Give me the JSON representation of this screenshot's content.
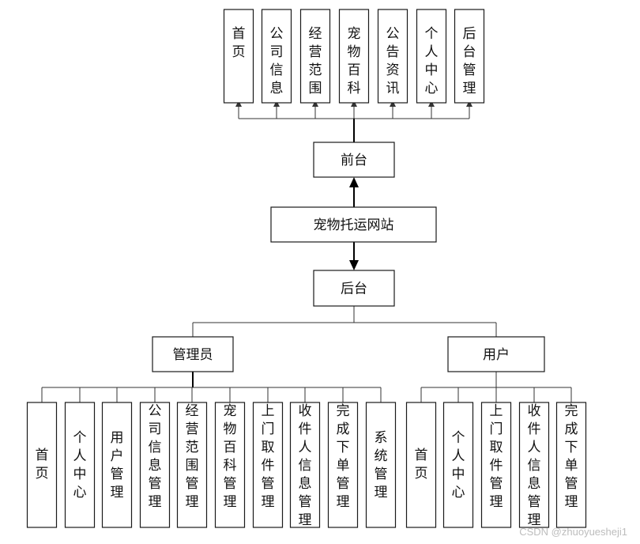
{
  "diagram": {
    "root": "宠物托运网站",
    "front": {
      "label": "前台",
      "children": [
        "首页",
        "公司信息",
        "经营范围",
        "宠物百科",
        "公告资讯",
        "个人中心",
        "后台管理"
      ]
    },
    "back": {
      "label": "后台",
      "admin": {
        "label": "管理员",
        "children": [
          "首页",
          "个人中心",
          "用户管理",
          "公司信息管理",
          "经营范围管理",
          "宠物百科管理",
          "上门取件管理",
          "收件人信息管理",
          "完成下单管理",
          "系统管理"
        ]
      },
      "user": {
        "label": "用户",
        "children": [
          "首页",
          "个人中心",
          "上门取件管理",
          "收件人信息管理",
          "完成下单管理"
        ]
      }
    }
  },
  "watermark": "CSDN @zhuoyuesheji1"
}
